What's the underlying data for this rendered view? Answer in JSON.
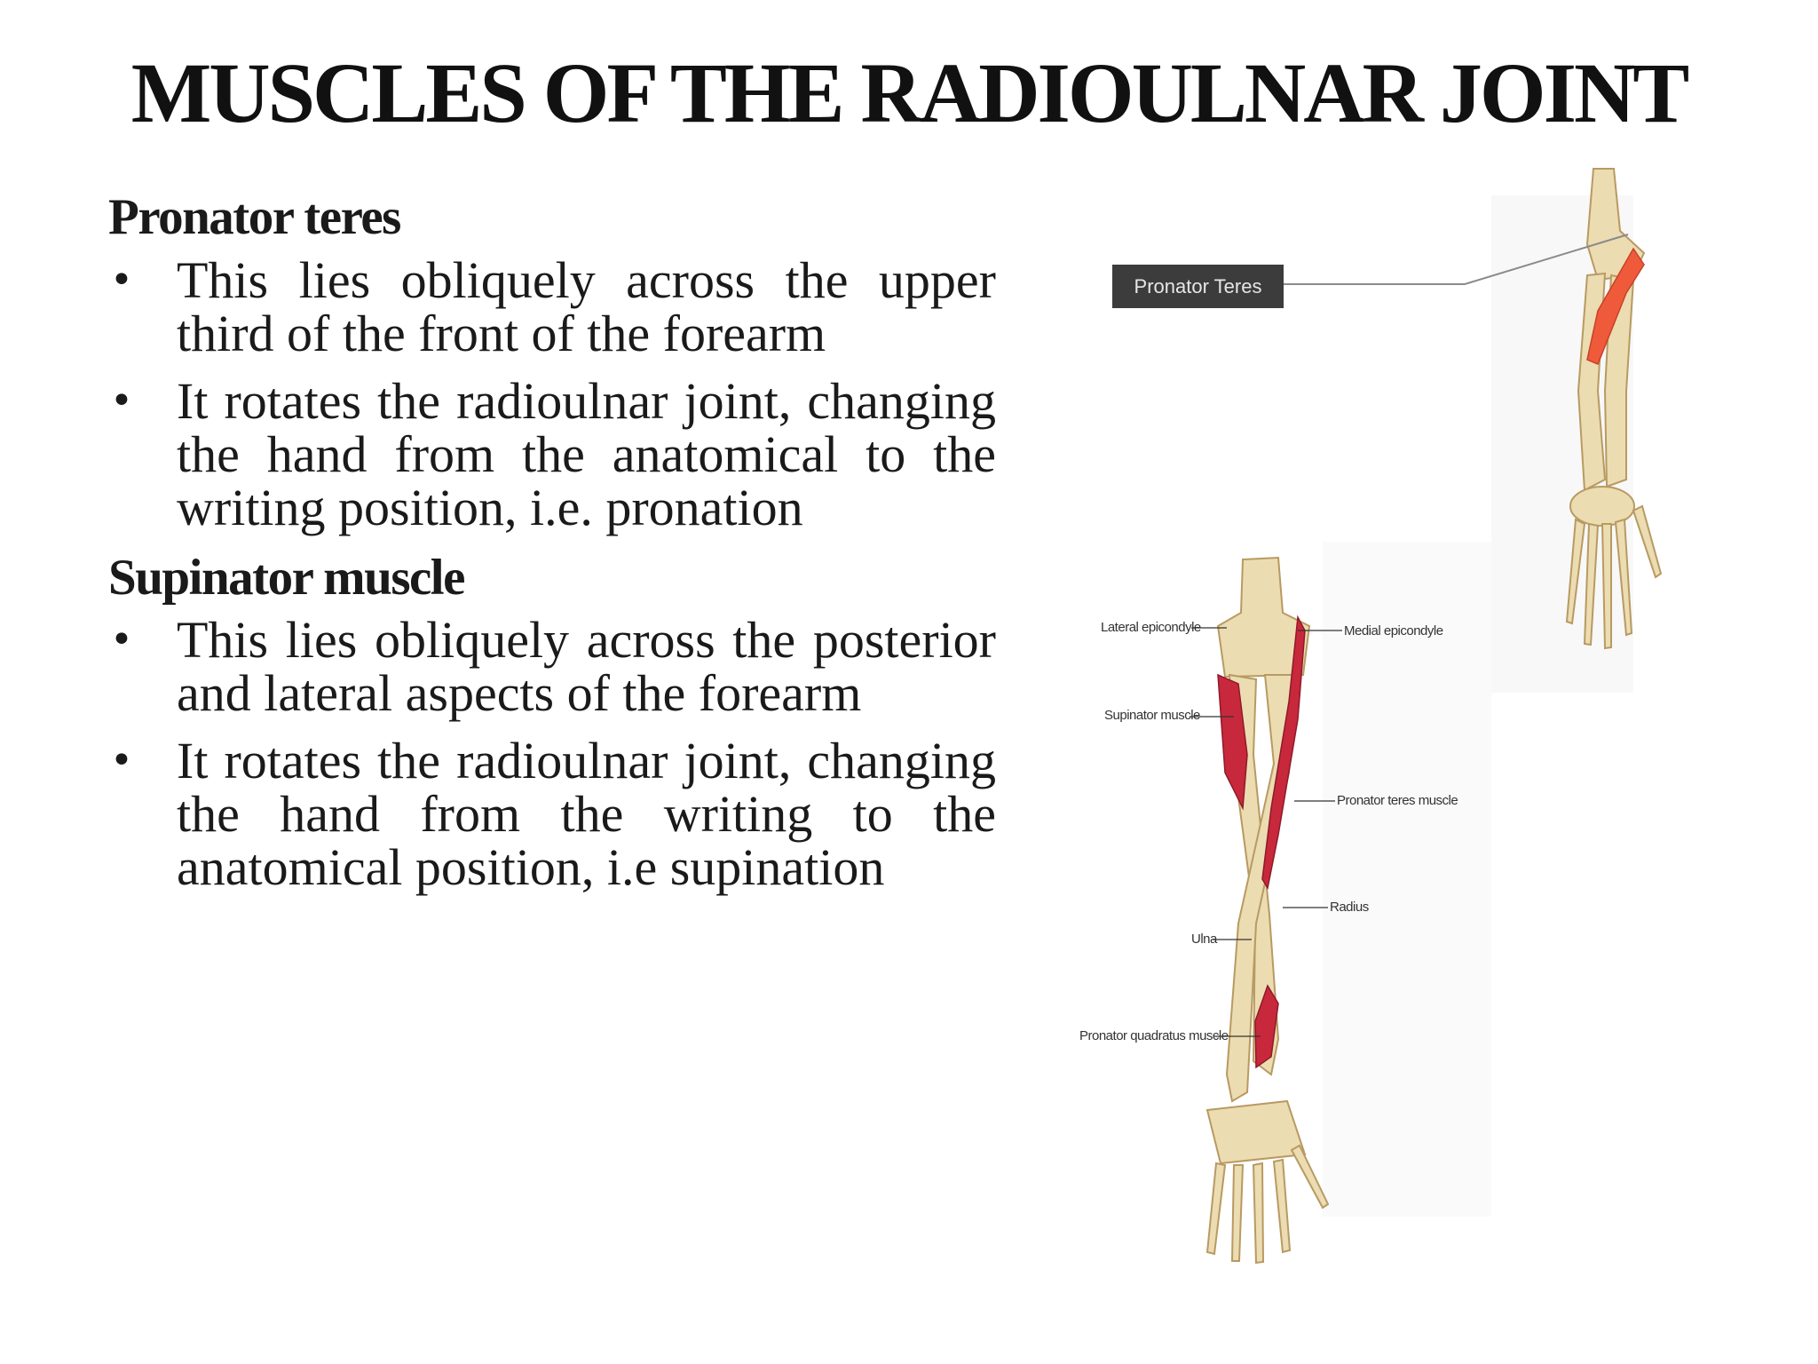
{
  "title": "MUSCLES OF THE RADIOULNAR JOINT",
  "sections": [
    {
      "heading": "Pronator teres",
      "bullets": [
        "This lies obliquely across the upper third of the front of the forearm",
        "It rotates the radioulnar joint, changing the hand from the anatomical to the writing position, i.e. pronation"
      ]
    },
    {
      "heading": "Supinator muscle",
      "bullets": [
        "This lies obliquely across the posterior and lateral aspects of the forearm",
        "It rotates the radioulnar joint, changing the hand from the writing to the anatomical position, i.e supination"
      ]
    }
  ],
  "bullet_symbol": "•",
  "figure1": {
    "callout": "Pronator Teres"
  },
  "figure2": {
    "labels": {
      "lateral_epicondyle": "Lateral epicondyle",
      "medial_epicondyle": "Medial epicondyle",
      "supinator_muscle": "Supinator muscle",
      "pronator_teres_muscle": "Pronator teres muscle",
      "radius": "Radius",
      "ulna": "Ulna",
      "pronator_quadratus_muscle": "Pronator quadratus muscle"
    }
  },
  "colors": {
    "bone": "#ecdcb2",
    "bone_outline": "#b89a62",
    "muscle_orange": "#ef5b3a",
    "muscle_red": "#c8283c"
  }
}
